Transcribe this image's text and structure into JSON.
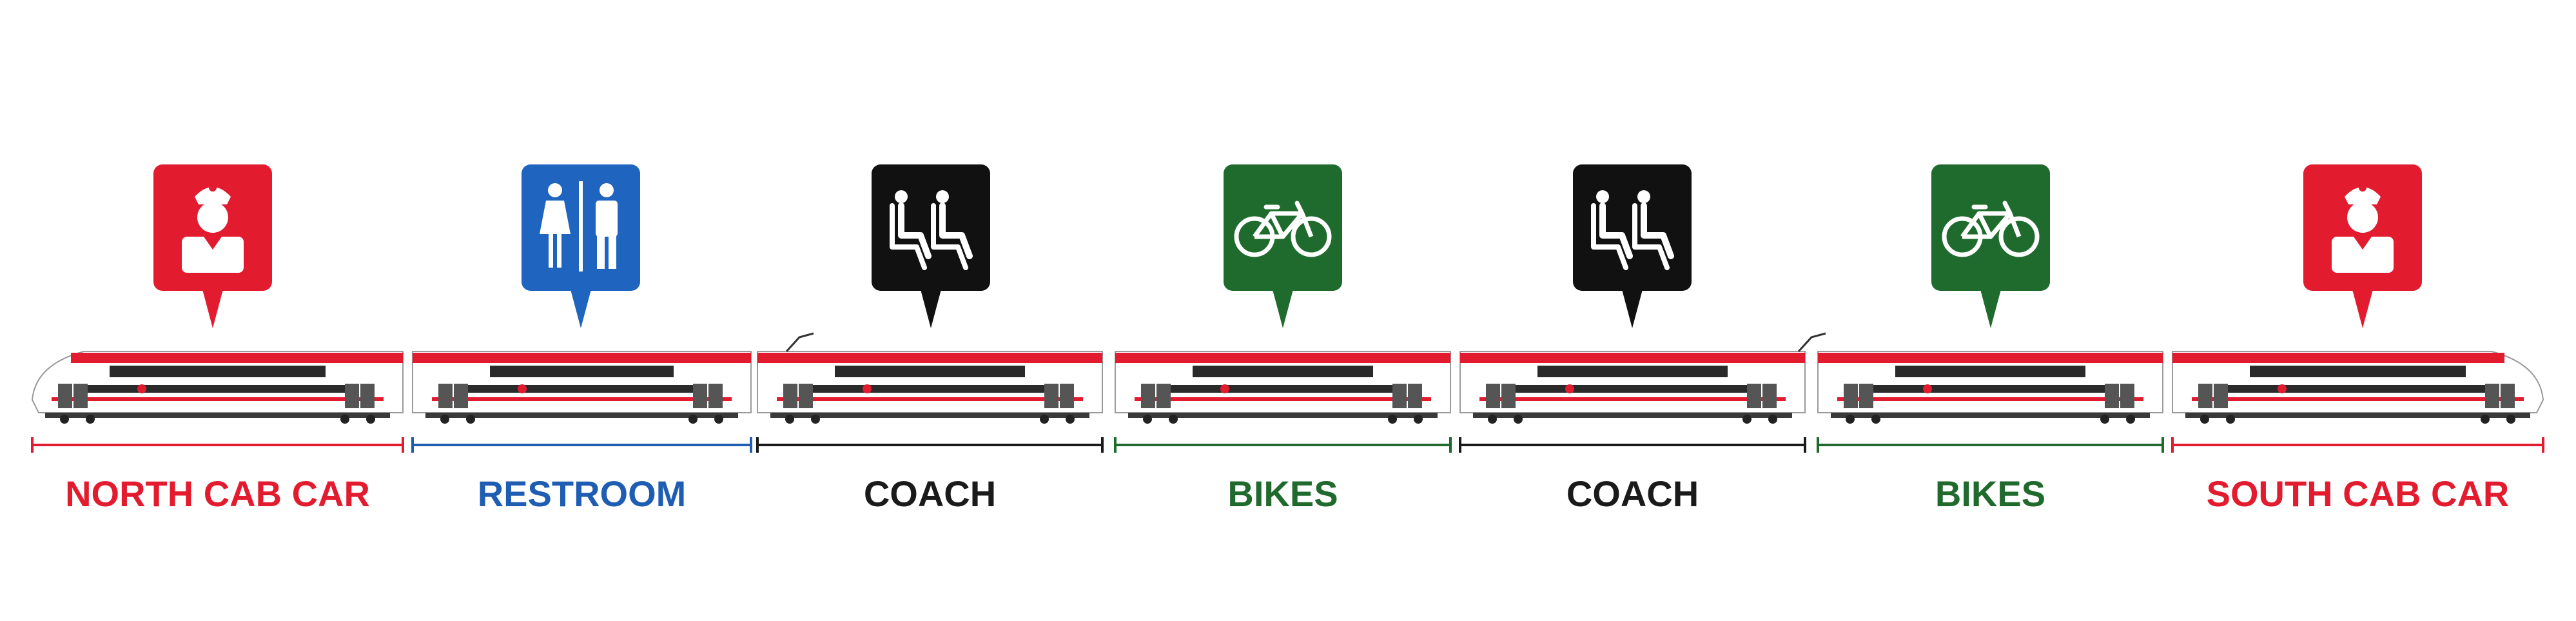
{
  "cars": [
    {
      "label": "NORTH CAB CAR",
      "color": "#e31b2f",
      "icon": "conductor-icon",
      "pin_color": "#e31b2f"
    },
    {
      "label": "RESTROOM",
      "color": "#1f5db3",
      "icon": "restroom-icon",
      "pin_color": "#1f65bf"
    },
    {
      "label": "COACH",
      "color": "#1a1a1a",
      "icon": "seats-icon",
      "pin_color": "#111111"
    },
    {
      "label": "BIKES",
      "color": "#216a2e",
      "icon": "bike-icon",
      "pin_color": "#1f6b2d"
    },
    {
      "label": "COACH",
      "color": "#1a1a1a",
      "icon": "seats-icon",
      "pin_color": "#111111"
    },
    {
      "label": "BIKES",
      "color": "#216a2e",
      "icon": "bike-icon",
      "pin_color": "#1f6b2d"
    },
    {
      "label": "SOUTH CAB CAR",
      "color": "#e31b2f",
      "icon": "conductor-icon",
      "pin_color": "#e31b2f"
    }
  ],
  "train": {
    "body_color": "#ffffff",
    "stripe_color": "#e31b2f",
    "window_color": "#2a2a2a",
    "undercarriage_color": "#3a3a3a"
  }
}
